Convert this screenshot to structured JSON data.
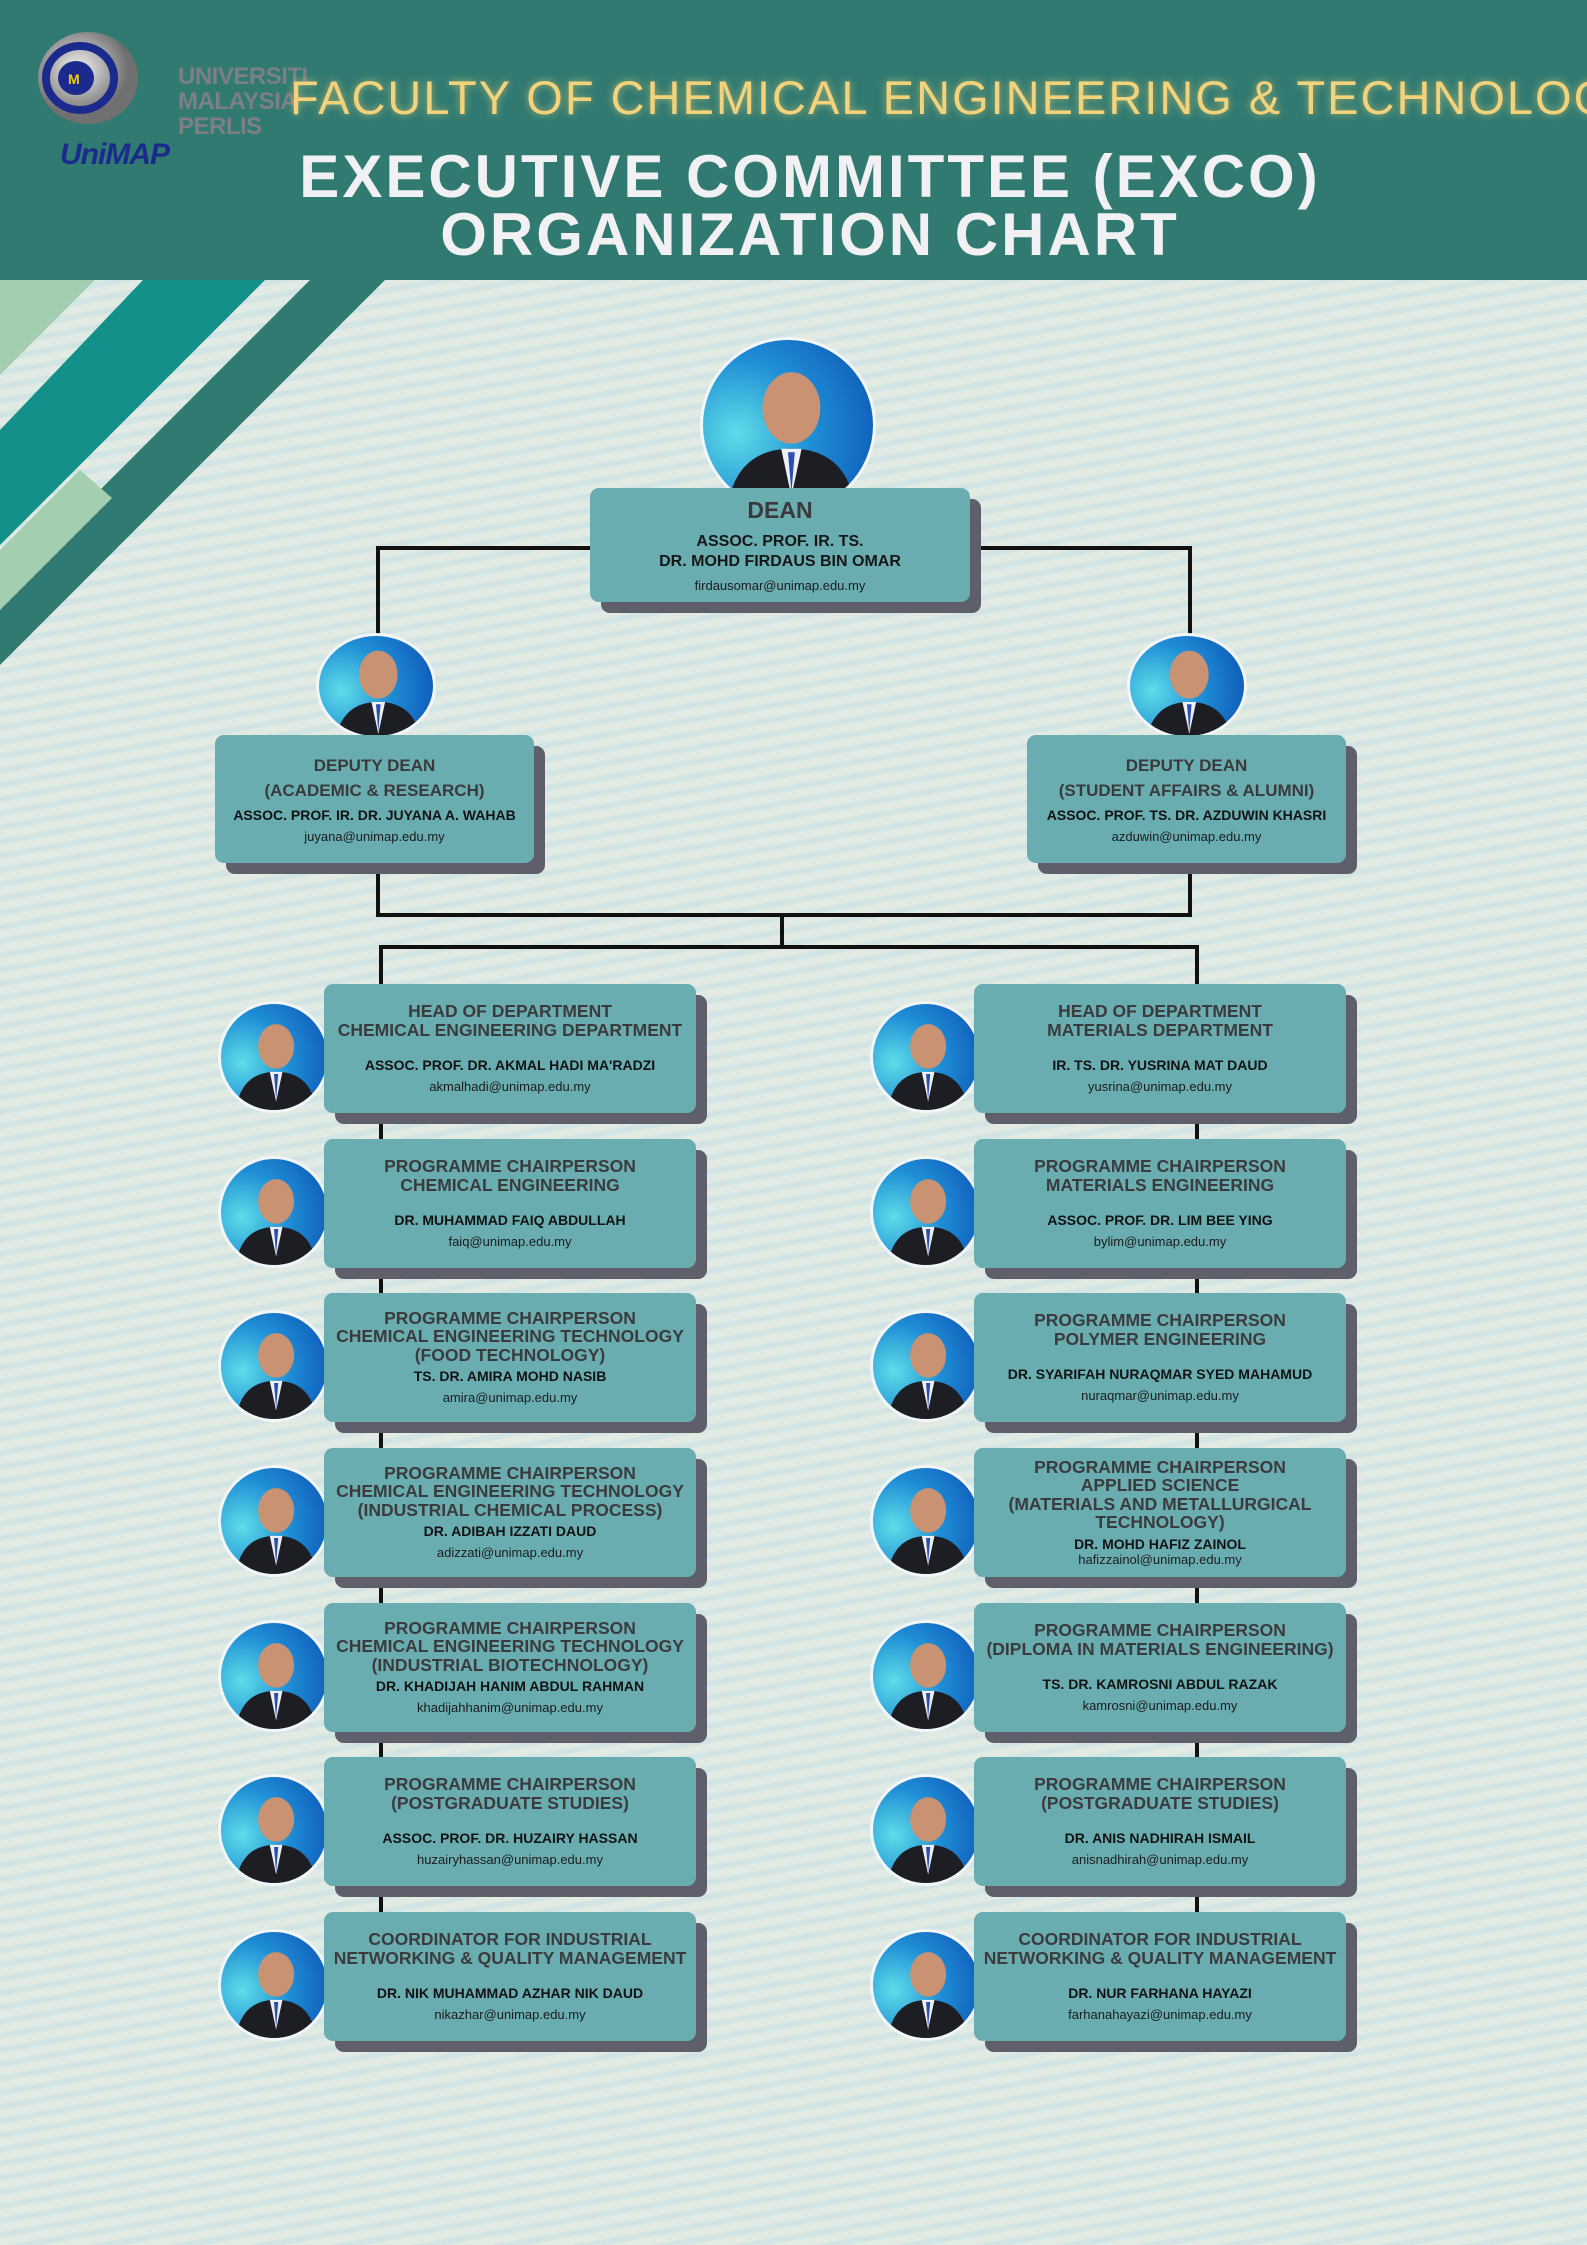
{
  "header": {
    "logo_text": [
      "UNIVERSITI",
      "MALAYSIA",
      "PERLIS"
    ],
    "logo_brand": "UniMAP",
    "faculty": "FACULTY OF CHEMICAL ENGINEERING & TECHNOLOGY",
    "title_line1": "EXECUTIVE COMMITTEE (EXCO)",
    "title_line2": "ORGANIZATION CHART"
  },
  "colors": {
    "header": "#317a72",
    "faculty_text": "#f2d27a",
    "box": "#6aadb0",
    "box_shadow": "#5e5f6b"
  },
  "dean": {
    "title": "DEAN",
    "name_lines": [
      "ASSOC. PROF. IR. TS.",
      "DR. MOHD FIRDAUS BIN OMAR"
    ],
    "email": "firdausomar@unimap.edu.my"
  },
  "deputies": [
    {
      "title_lines": [
        "DEPUTY DEAN",
        "(ACADEMIC & RESEARCH)"
      ],
      "name": "ASSOC. PROF. IR. DR. JUYANA A. WAHAB",
      "email": "juyana@unimap.edu.my"
    },
    {
      "title_lines": [
        "DEPUTY DEAN",
        "(STUDENT AFFAIRS & ALUMNI)"
      ],
      "name": "ASSOC. PROF. TS. DR. AZDUWIN KHASRI",
      "email": "azduwin@unimap.edu.my"
    }
  ],
  "columns": {
    "left": [
      {
        "role_lines": [
          "HEAD OF DEPARTMENT",
          "CHEMICAL ENGINEERING DEPARTMENT"
        ],
        "name": "ASSOC. PROF. DR. AKMAL HADI MA'RADZI",
        "email": "akmalhadi@unimap.edu.my"
      },
      {
        "role_lines": [
          "PROGRAMME CHAIRPERSON",
          "CHEMICAL ENGINEERING"
        ],
        "name": "DR. MUHAMMAD FAIQ ABDULLAH",
        "email": "faiq@unimap.edu.my"
      },
      {
        "role_lines": [
          "PROGRAMME CHAIRPERSON",
          "CHEMICAL ENGINEERING TECHNOLOGY",
          "(FOOD TECHNOLOGY)"
        ],
        "name": "TS. DR. AMIRA MOHD NASIB",
        "email": "amira@unimap.edu.my"
      },
      {
        "role_lines": [
          "PROGRAMME CHAIRPERSON",
          "CHEMICAL ENGINEERING TECHNOLOGY",
          "(INDUSTRIAL CHEMICAL PROCESS)"
        ],
        "name": "DR. ADIBAH IZZATI DAUD",
        "email": "adizzati@unimap.edu.my"
      },
      {
        "role_lines": [
          "PROGRAMME CHAIRPERSON",
          "CHEMICAL ENGINEERING TECHNOLOGY",
          "(INDUSTRIAL BIOTECHNOLOGY)"
        ],
        "name": "DR. KHADIJAH HANIM ABDUL RAHMAN",
        "email": "khadijahhanim@unimap.edu.my"
      },
      {
        "role_lines": [
          "PROGRAMME CHAIRPERSON",
          "(POSTGRADUATE STUDIES)"
        ],
        "name": "ASSOC. PROF. DR. HUZAIRY HASSAN",
        "email": "huzairyhassan@unimap.edu.my"
      },
      {
        "role_lines": [
          "COORDINATOR FOR INDUSTRIAL",
          "NETWORKING & QUALITY MANAGEMENT"
        ],
        "name": "DR. NIK MUHAMMAD AZHAR NIK DAUD",
        "email": "nikazhar@unimap.edu.my"
      }
    ],
    "right": [
      {
        "role_lines": [
          "HEAD OF DEPARTMENT",
          "MATERIALS DEPARTMENT"
        ],
        "name": "IR. TS. DR. YUSRINA MAT DAUD",
        "email": "yusrina@unimap.edu.my"
      },
      {
        "role_lines": [
          "PROGRAMME CHAIRPERSON",
          "MATERIALS ENGINEERING"
        ],
        "name": "ASSOC. PROF. DR. LIM BEE YING",
        "email": "bylim@unimap.edu.my"
      },
      {
        "role_lines": [
          "PROGRAMME CHAIRPERSON",
          "POLYMER ENGINEERING"
        ],
        "name": "DR. SYARIFAH NURAQMAR SYED MAHAMUD",
        "email": "nuraqmar@unimap.edu.my"
      },
      {
        "role_lines": [
          "PROGRAMME CHAIRPERSON",
          "APPLIED SCIENCE",
          "(MATERIALS AND METALLURGICAL",
          "TECHNOLOGY)"
        ],
        "name": "DR. MOHD HAFIZ ZAINOL",
        "email": "hafizzainol@unimap.edu.my"
      },
      {
        "role_lines": [
          "PROGRAMME CHAIRPERSON",
          "(DIPLOMA IN MATERIALS ENGINEERING)"
        ],
        "name": "TS. DR. KAMROSNI ABDUL RAZAK",
        "email": "kamrosni@unimap.edu.my"
      },
      {
        "role_lines": [
          "PROGRAMME CHAIRPERSON",
          "(POSTGRADUATE STUDIES)"
        ],
        "name": "DR. ANIS NADHIRAH ISMAIL",
        "email": "anisnadhirah@unimap.edu.my"
      },
      {
        "role_lines": [
          "COORDINATOR FOR INDUSTRIAL",
          "NETWORKING & QUALITY MANAGEMENT"
        ],
        "name": "DR. NUR FARHANA HAYAZI",
        "email": "farhanahayazi@unimap.edu.my"
      }
    ]
  }
}
